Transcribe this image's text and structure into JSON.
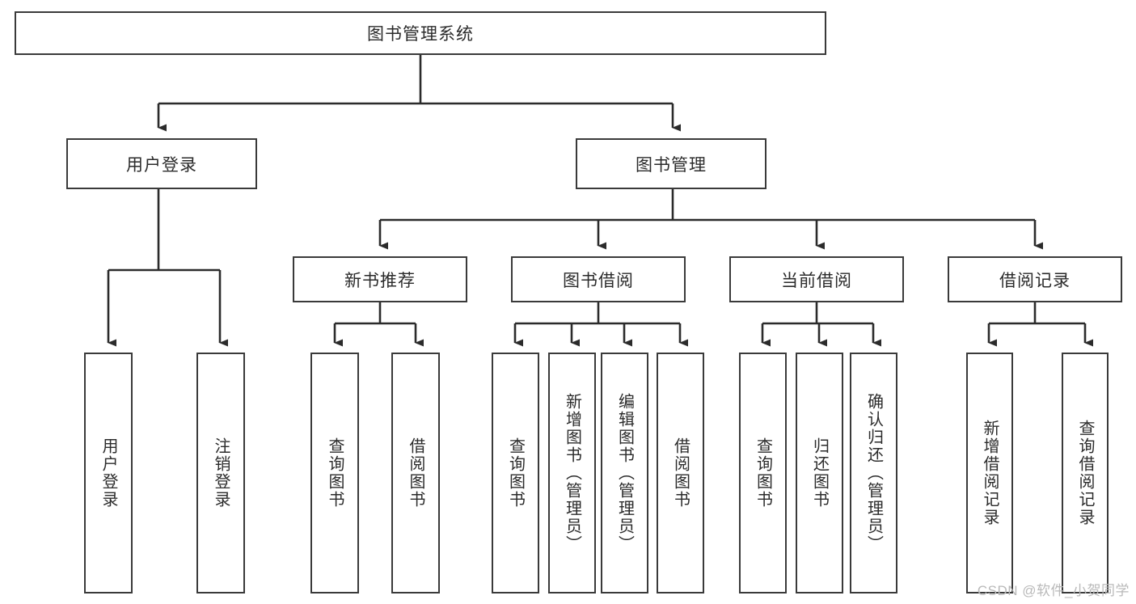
{
  "diagram": {
    "type": "tree-hierarchy",
    "title": "图书管理系统",
    "watermark": "CSDN @软件_小贺同学",
    "colors": {
      "box_border": "#3a3a3a",
      "box_fill": "#ffffff",
      "connector": "#2b2b2b",
      "text": "#2b2b2b",
      "watermark": "#b9b9b9"
    },
    "nodes": {
      "root": {
        "label": "图书管理系统",
        "level": 1,
        "orientation": "horizontal"
      },
      "l2": [
        {
          "id": "user-login",
          "label": "用户登录",
          "level": 2,
          "orientation": "horizontal"
        },
        {
          "id": "book-management",
          "label": "图书管理",
          "level": 2,
          "orientation": "horizontal"
        }
      ],
      "l3": [
        {
          "id": "new-book-recommend",
          "label": "新书推荐",
          "level": 3,
          "orientation": "horizontal"
        },
        {
          "id": "book-borrow",
          "label": "图书借阅",
          "level": 3,
          "orientation": "horizontal"
        },
        {
          "id": "current-borrow",
          "label": "当前借阅",
          "level": 3,
          "orientation": "horizontal"
        },
        {
          "id": "borrow-record",
          "label": "借阅记录",
          "level": 3,
          "orientation": "horizontal"
        }
      ],
      "leaves": {
        "user_login": [
          {
            "id": "leaf-user-login",
            "label": "用户登录"
          },
          {
            "id": "leaf-logout",
            "label": "注销登录"
          }
        ],
        "new_book_recommend": [
          {
            "id": "leaf-query-book-1",
            "label": "查询图书"
          },
          {
            "id": "leaf-borrow-book-1",
            "label": "借阅图书"
          }
        ],
        "book_borrow": [
          {
            "id": "leaf-query-book-2",
            "label": "查询图书"
          },
          {
            "id": "leaf-add-book",
            "label": "新增图书（管理员）"
          },
          {
            "id": "leaf-edit-book",
            "label": "编辑图书（管理员）"
          },
          {
            "id": "leaf-borrow-book-2",
            "label": "借阅图书"
          }
        ],
        "current_borrow": [
          {
            "id": "leaf-query-book-3",
            "label": "查询图书"
          },
          {
            "id": "leaf-return-book",
            "label": "归还图书"
          },
          {
            "id": "leaf-confirm-return",
            "label": "确认归还（管理员）"
          }
        ],
        "borrow_record": [
          {
            "id": "leaf-add-record",
            "label": "新增借阅记录"
          },
          {
            "id": "leaf-query-record",
            "label": "查询借阅记录"
          }
        ]
      }
    }
  }
}
